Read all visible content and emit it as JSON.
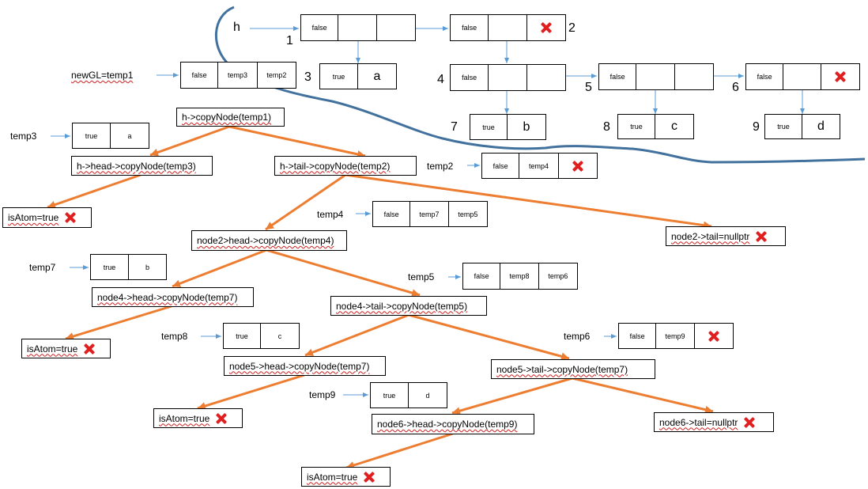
{
  "colors": {
    "tree_edge": "#ed7d31",
    "pointer": "#5b9bd5",
    "divider": "#41719c",
    "cross": "#e02020"
  },
  "top_structure": {
    "h_label": "h",
    "nodes": [
      {
        "n": "1",
        "cells": [
          "false",
          "",
          ""
        ],
        "cross": false
      },
      {
        "n": "2",
        "cells": [
          "false",
          "",
          ""
        ],
        "cross": true
      },
      {
        "n": "3",
        "cells": [
          "true",
          "a"
        ],
        "cross": false
      },
      {
        "n": "4",
        "cells": [
          "false",
          "",
          ""
        ],
        "cross": false
      },
      {
        "n": "5",
        "cells": [
          "false",
          "",
          ""
        ],
        "cross": false
      },
      {
        "n": "6",
        "cells": [
          "false",
          "",
          ""
        ],
        "cross": true
      },
      {
        "n": "7",
        "cells": [
          "true",
          "b"
        ],
        "cross": false
      },
      {
        "n": "8",
        "cells": [
          "true",
          "c"
        ],
        "cross": false
      },
      {
        "n": "9",
        "cells": [
          "true",
          "d"
        ],
        "cross": false
      }
    ]
  },
  "temps": {
    "newgl": {
      "label": "newGL=temp1",
      "cells": [
        "false",
        "temp3",
        "temp2"
      ]
    },
    "temp3": {
      "label": "temp3",
      "cells": [
        "true",
        "a"
      ]
    },
    "temp2": {
      "label": "temp2",
      "cells": [
        "false",
        "temp4"
      ]
    },
    "temp4": {
      "label": "temp4",
      "cells": [
        "false",
        "temp7",
        "temp5"
      ]
    },
    "temp7": {
      "label": "temp7",
      "cells": [
        "true",
        "b"
      ]
    },
    "temp5": {
      "label": "temp5",
      "cells": [
        "false",
        "temp8",
        "temp6"
      ]
    },
    "temp8": {
      "label": "temp8",
      "cells": [
        "true",
        "c"
      ]
    },
    "temp6": {
      "label": "temp6",
      "cells": [
        "false",
        "temp9"
      ]
    },
    "temp9": {
      "label": "temp9",
      "cells": [
        "true",
        "d"
      ]
    }
  },
  "calls": {
    "c1": "h->copyNode(temp1)",
    "c2": "h->head->copyNode(temp3)",
    "c3": "h->tail->copyNode(temp2)",
    "c4": "isAtom=true",
    "c5": "node2>head->copyNode(temp4)",
    "c6": "node2->tail=nullptr",
    "c7": "node4->head->copyNode(temp7)",
    "c8": "node4->tail->copyNode(temp5)",
    "c9": "isAtom=true",
    "c10": "node5->head->copyNode(temp7)",
    "c11": "node5->tail->copyNode(temp7)",
    "c12": "isAtom=true",
    "c13": "node6->head->copyNode(temp9)",
    "c14": "node6->tail=nullptr",
    "c15": "isAtom=true"
  }
}
